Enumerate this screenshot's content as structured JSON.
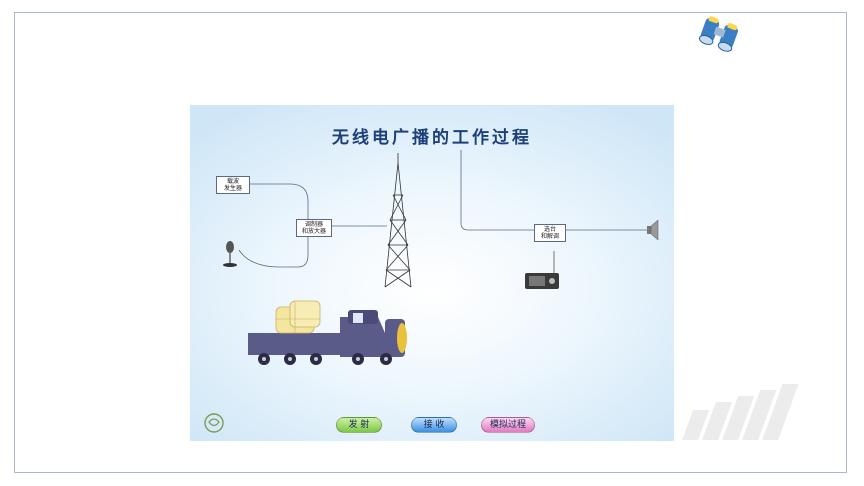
{
  "slide": {
    "title": "无线电广播的工作过程"
  },
  "diagram": {
    "carrier_generator": "载波\n发生器",
    "modulator_amplifier": "调制器\n和放大器",
    "tuner_demodulator": "选台\n和解调"
  },
  "controls": {
    "send_label": "发 射",
    "receive_label": "接 收",
    "simulate_label": "模拟过程"
  },
  "colors": {
    "title": "#1d3f7a",
    "stage_edge": "#cfe6f7",
    "frame_border": "#a9b8cf"
  },
  "icons": [
    "binoculars-icon",
    "logo-icon",
    "microphone-icon",
    "tower-icon",
    "radio-icon",
    "speaker-icon",
    "truck-icon"
  ]
}
